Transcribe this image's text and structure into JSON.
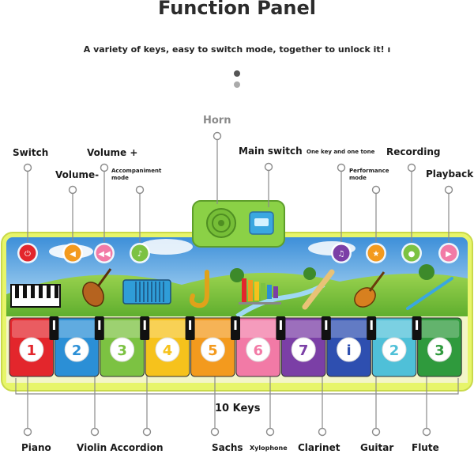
{
  "title": "Function Panel",
  "subtitle": "A variety of keys, easy to switch mode, together to unlock it! ı",
  "labels": {
    "horn": "Horn",
    "switch": "Switch",
    "volume_plus": "Volume +",
    "volume_minus": "Volume-",
    "accompaniment": "Accompaniment mode",
    "main_switch": "Main switch",
    "one_key": "One key and one tone",
    "recording": "Recording",
    "performance": "Performance mode",
    "playback": "Playback",
    "ten_keys": "10 Keys",
    "piano": "Piano",
    "violin_accordion": "Violin Accordion",
    "sachs": "Sachs",
    "xylophone": "Xylophone",
    "clarinet": "Clarinet",
    "guitar": "Guitar",
    "flute": "Flute"
  },
  "keys": [
    {
      "label": "1",
      "color": "#e3262c"
    },
    {
      "label": "2",
      "color": "#2b8fd6"
    },
    {
      "label": "3",
      "color": "#7cc242"
    },
    {
      "label": "4",
      "color": "#f6c21c"
    },
    {
      "label": "5",
      "color": "#f39a1e"
    },
    {
      "label": "6",
      "color": "#f27aa6"
    },
    {
      "label": "7",
      "color": "#7b3fa6"
    },
    {
      "label": "i",
      "color": "#2e4fb0"
    },
    {
      "label": "2",
      "color": "#4fc0d8"
    },
    {
      "label": "3",
      "color": "#2f9a3d"
    }
  ],
  "function_buttons": [
    {
      "name": "power-button",
      "icon": "power-icon",
      "color": "#e3262c"
    },
    {
      "name": "volume-minus-button",
      "icon": "volume-minus-icon",
      "color": "#f39a1e"
    },
    {
      "name": "volume-plus-button",
      "icon": "volume-plus-icon",
      "color": "#f27aa6"
    },
    {
      "name": "accompaniment-button",
      "icon": "music-note-icon",
      "color": "#7cc242"
    },
    {
      "name": "one-key-button",
      "icon": "one-tone-icon",
      "color": "#7b3fa6"
    },
    {
      "name": "performance-button",
      "icon": "performance-icon",
      "color": "#f39a1e"
    },
    {
      "name": "recording-button",
      "icon": "microphone-icon",
      "color": "#7cc242"
    },
    {
      "name": "playback-button",
      "icon": "play-icon",
      "color": "#f27aa6"
    }
  ]
}
